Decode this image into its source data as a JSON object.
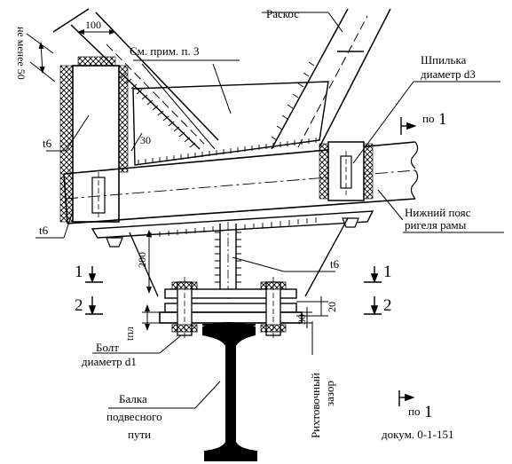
{
  "labels": {
    "raskos": "Раскос",
    "sm_prim": "См. прим. п. 3",
    "shpilka_1": "Шпилька",
    "shpilka_2": "диаметр d3",
    "po1_top_dash": "по",
    "po1_top_num": "1",
    "t6_left_upper": "t6",
    "t6_left_lower": "t6",
    "t6_center": "t6",
    "nizh_1": "Нижний пояс",
    "nizh_2": "ригеля рамы",
    "ne_menee": "не менее 50",
    "dim_100": "100",
    "dim_30_weld": "30",
    "dim_200": "200",
    "dim_30": "30",
    "dim_20": "20",
    "tpl": "tпл",
    "sec1_left": "1",
    "sec2_left": "2",
    "sec1_right": "1",
    "sec2_right": "2",
    "bolt_1": "Болт",
    "bolt_2": "диаметр d1",
    "rikh_1": "Рихтовочный",
    "rikh_2": "зазор",
    "balka_1": "Балка",
    "balka_2": "подвесного",
    "balka_3": "пути",
    "po1_bot_dash": "по",
    "po1_bot_num": "1",
    "dokum": "докум. 0-1-151"
  }
}
